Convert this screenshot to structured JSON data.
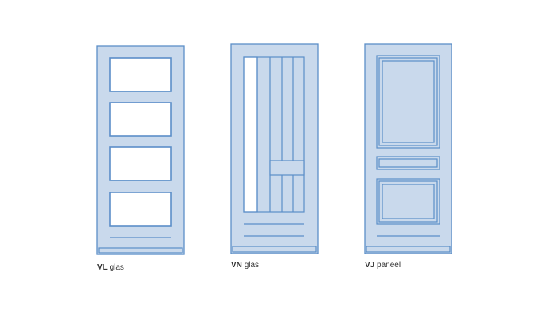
{
  "doors": [
    {
      "code": "VL",
      "type": "glas"
    },
    {
      "code": "VN",
      "type": "glas"
    },
    {
      "code": "VJ",
      "type": "paneel"
    }
  ],
  "colors": {
    "door_fill": "#c9d9ec",
    "outline": "#5b8ec8",
    "glass": "#ffffff",
    "caption_text": "#333333"
  }
}
